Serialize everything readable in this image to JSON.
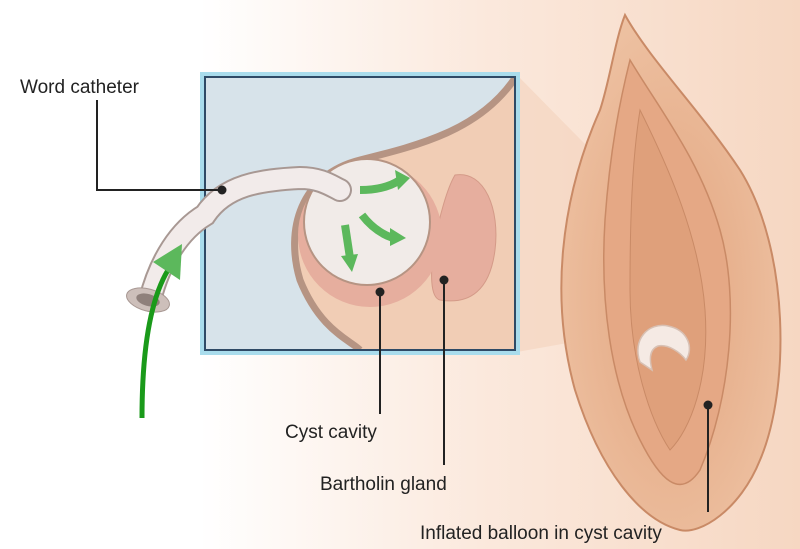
{
  "labels": {
    "catheter": "Word catheter",
    "cyst_cavity": "Cyst cavity",
    "gland": "Bartholin gland",
    "balloon": "Inflated balloon in cyst cavity"
  },
  "colors": {
    "inset_bg": "#d7e3ea",
    "inset_border": "#9fd3e6",
    "skin": "#e9b896",
    "arrow": "#5cb85c",
    "insertion_arrow": "#1a9a1a"
  }
}
